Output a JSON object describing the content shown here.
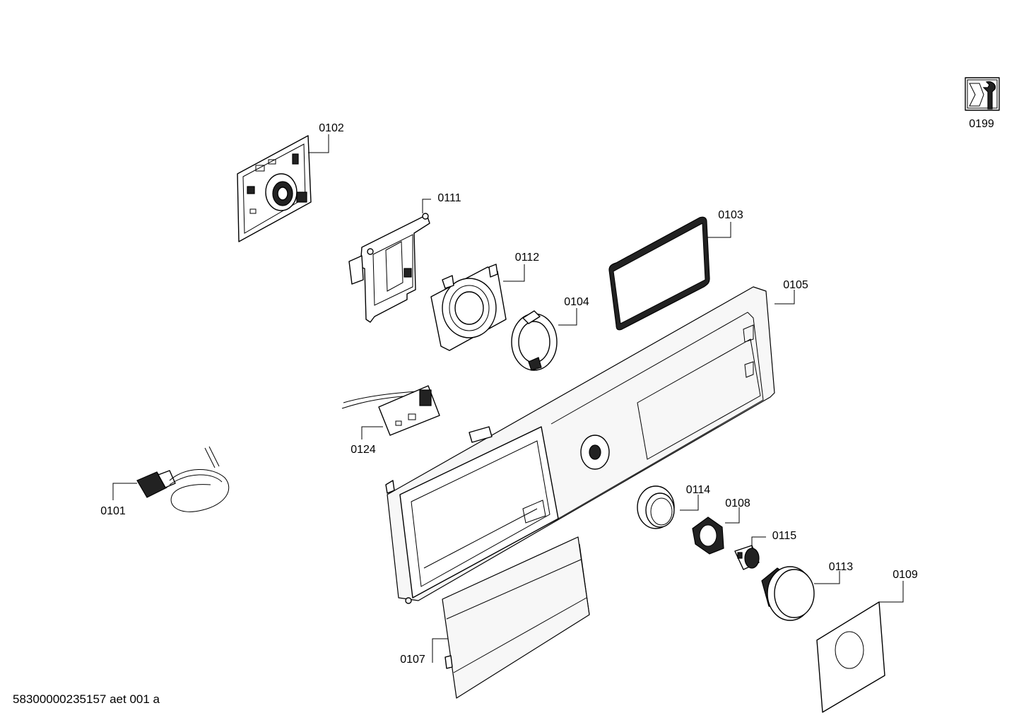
{
  "document_id": "58300000235157 aet 001 a",
  "icons": {
    "service_kit": "service-kit-icon"
  },
  "parts": [
    {
      "number": "0199",
      "name": "service-kit-icon"
    },
    {
      "number": "0102",
      "name": "control-module-pcb"
    },
    {
      "number": "0111",
      "name": "module-holder-bracket"
    },
    {
      "number": "0112",
      "name": "selector-ring-holder"
    },
    {
      "number": "0103",
      "name": "display-window"
    },
    {
      "number": "0104",
      "name": "light-ring"
    },
    {
      "number": "0105",
      "name": "fascia-panel"
    },
    {
      "number": "0124",
      "name": "sensor-board-with-cable"
    },
    {
      "number": "0101",
      "name": "mains-power-cable"
    },
    {
      "number": "0114",
      "name": "knob-bezel-ring"
    },
    {
      "number": "0108",
      "name": "knob-mounting-plate"
    },
    {
      "number": "0115",
      "name": "knob-shaft-adapter"
    },
    {
      "number": "0113",
      "name": "selector-knob"
    },
    {
      "number": "0109",
      "name": "knob-decal-sticker"
    },
    {
      "number": "0107",
      "name": "detergent-drawer-handle"
    }
  ]
}
